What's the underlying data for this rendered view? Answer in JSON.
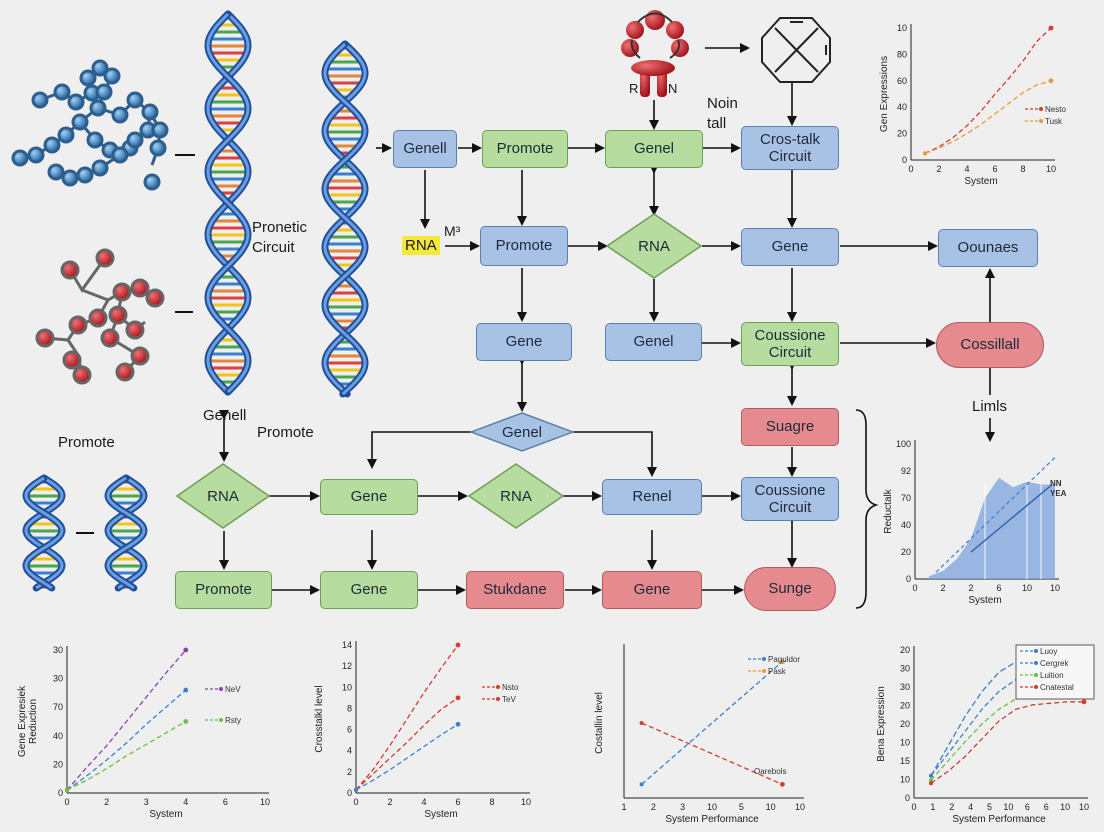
{
  "colors": {
    "blue_node": "#a8c2e6",
    "green_node": "#b7dc9f",
    "red_node": "#e58a8e",
    "arrow": "#111111"
  },
  "free_text": {
    "rna_top": "RNA",
    "m_sup": "M³",
    "pronetic": "Pronetic\nCircuit",
    "genell_left": "Genell",
    "promote_left": "Promote",
    "promote_mid": "Promote",
    "noin_tall": "Noin\ntall",
    "r_label": "R",
    "n_label": "N",
    "limls": "Limls"
  },
  "nodes": {
    "genell_r1": "Genell",
    "promote_r1": "Promote",
    "genel_r1": "Genel",
    "crosstalk_r1": "Cros-talk\nCircuit",
    "promote_r2": "Promote",
    "rna_r2": "RNA",
    "gene_r2": "Gene",
    "ounnes_r2": "Oounaes",
    "gene_r3": "Gene",
    "genel_r3": "Genel",
    "coussione_r3": "Coussione\nCircuit",
    "cossillall_r3": "Cossillall",
    "suagre_r4": "Suagre",
    "genel_dia_r4": "Genel",
    "rna_r5a": "RNA",
    "gene_r5": "Gene",
    "rna_r5b": "RNA",
    "renel_r5": "Renel",
    "coussione_r5": "Coussione\nCircuit",
    "promote_r6": "Promote",
    "gene_r6a": "Gene",
    "stukdane_r6": "Stukdane",
    "gene_r6b": "Gene",
    "sunge_r6": "Sunge"
  },
  "chart_data": [
    {
      "type": "line",
      "ylabel": "Gen Expressions",
      "xlabel": "System",
      "xticks": [
        "0",
        "2",
        "4",
        "6",
        "8",
        "10"
      ],
      "yticks": [
        "0",
        "20",
        "40",
        "60",
        "80",
        "10"
      ],
      "xlim": [
        0,
        10
      ],
      "ylim": [
        0,
        100
      ],
      "legend_position": "right",
      "series": [
        {
          "name": "Nesto",
          "color": "#d23b2e",
          "x": [
            1,
            2,
            3,
            4,
            5,
            6,
            7,
            8,
            9,
            10
          ],
          "y": [
            5,
            10,
            17,
            26,
            37,
            50,
            62,
            75,
            90,
            100
          ]
        },
        {
          "name": "Tusk",
          "color": "#e89b3a",
          "x": [
            1,
            2,
            3,
            4,
            5,
            6,
            7,
            8,
            9,
            10
          ],
          "y": [
            5,
            9,
            14,
            20,
            27,
            35,
            43,
            51,
            57,
            60
          ]
        }
      ]
    },
    {
      "type": "area",
      "ylabel": "Reductalk",
      "xlabel": "System",
      "xticks": [
        "0",
        "2",
        "2",
        "6",
        "10",
        "10"
      ],
      "yticks": [
        "0",
        "20",
        "40",
        "70",
        "92",
        "100"
      ],
      "xlim": [
        0,
        10
      ],
      "ylim": [
        0,
        100
      ],
      "annotation": "NN\nYEA",
      "series": [
        {
          "name": "",
          "color": "#7ba3dc",
          "x": [
            1,
            2,
            3,
            4,
            5,
            6,
            7,
            8,
            9,
            10
          ],
          "y": [
            2,
            6,
            15,
            30,
            60,
            75,
            68,
            72,
            70,
            70
          ]
        }
      ]
    },
    {
      "type": "line",
      "ylabel": "Gene Expresiek\nReduction",
      "xlabel": "System",
      "xticks": [
        "0",
        "2",
        "3",
        "4",
        "6",
        "10"
      ],
      "yticks": [
        "0",
        "20",
        "40",
        "70",
        "30",
        "30"
      ],
      "xlim": [
        0,
        10
      ],
      "ylim": [
        0,
        100
      ],
      "legend_position": "right",
      "series": [
        {
          "name": "NeV",
          "color": "#8e3fb0",
          "x": [
            0,
            1,
            2,
            3,
            4,
            5,
            6
          ],
          "y": [
            2,
            18,
            33,
            50,
            67,
            84,
            100
          ]
        },
        {
          "name": "",
          "color": "#3a7fd0",
          "x": [
            0,
            1,
            2,
            3,
            4,
            5,
            6
          ],
          "y": [
            2,
            12,
            23,
            35,
            48,
            60,
            72
          ]
        },
        {
          "name": "Rsty",
          "color": "#6cbf3d",
          "x": [
            0,
            1,
            2,
            3,
            4,
            5,
            6
          ],
          "y": [
            2,
            9,
            17,
            26,
            34,
            42,
            50
          ]
        }
      ]
    },
    {
      "type": "line",
      "ylabel": "Crosstalkl level",
      "xlabel": "System",
      "xticks": [
        "0",
        "2",
        "4",
        "6",
        "8",
        "10"
      ],
      "yticks": [
        "0",
        "2",
        "4",
        "6",
        "8",
        "10",
        "12",
        "14"
      ],
      "xlim": [
        0,
        10
      ],
      "ylim": [
        0,
        14
      ],
      "legend_position": "right",
      "series": [
        {
          "name": "Nsto",
          "color": "#d23b2e",
          "x": [
            0,
            1,
            2,
            3,
            4,
            5,
            6
          ],
          "y": [
            0.3,
            2.2,
            4.5,
            7,
            9.5,
            11.8,
            14
          ]
        },
        {
          "name": "TeV",
          "color": "#d23b2e",
          "x": [
            0,
            1,
            2,
            3,
            4,
            5,
            6
          ],
          "y": [
            0.3,
            1.8,
            3.3,
            4.8,
            6.4,
            7.9,
            9
          ]
        },
        {
          "name": "",
          "color": "#3a7fd0",
          "x": [
            0,
            1,
            2,
            3,
            4,
            5,
            6
          ],
          "y": [
            0.3,
            1.2,
            2.2,
            3.3,
            4.4,
            5.5,
            6.5
          ]
        }
      ]
    },
    {
      "type": "line",
      "ylabel": "Costallin level",
      "xlabel": "System Performance",
      "xticks": [
        "1",
        "2",
        "3",
        "10",
        "5",
        "10",
        "10"
      ],
      "legend_position": "top-right",
      "annotation": "Oarebols",
      "series": [
        {
          "name": "Paguldor",
          "color": "#3a7fd0",
          "x": [
            1,
            9
          ],
          "y": [
            10,
            100
          ]
        },
        {
          "name": "Pask",
          "color": "#e89b3a",
          "x": [
            9
          ],
          "y": [
            100
          ]
        },
        {
          "name": "",
          "color": "#d23b2e",
          "x": [
            1,
            9
          ],
          "y": [
            55,
            10
          ]
        }
      ]
    },
    {
      "type": "line",
      "ylabel": "Bena Expression",
      "xlabel": "System Performance",
      "xticks": [
        "0",
        "1",
        "2",
        "4",
        "5",
        "10",
        "6",
        "6",
        "10",
        "10"
      ],
      "yticks": [
        "0",
        "10",
        "15",
        "10",
        "20",
        "20",
        "30",
        "30",
        "20"
      ],
      "legend_position": "top-right",
      "series": [
        {
          "name": "Luoy",
          "color": "#3a7fd0",
          "x": [
            1,
            2,
            3,
            4,
            5,
            6,
            7,
            8,
            9,
            10
          ],
          "y": [
            15,
            35,
            55,
            72,
            85,
            92,
            95,
            96,
            97,
            97
          ]
        },
        {
          "name": "Cergrek",
          "color": "#3a7fd0",
          "x": [
            1,
            2,
            3,
            4,
            5,
            6,
            7,
            8,
            9,
            10
          ],
          "y": [
            15,
            30,
            45,
            60,
            72,
            80,
            82,
            83,
            84,
            84
          ]
        },
        {
          "name": "Luition",
          "color": "#6cbf3d",
          "x": [
            1,
            2,
            3,
            4,
            5,
            6,
            7,
            8,
            9,
            10
          ],
          "y": [
            12,
            25,
            38,
            50,
            60,
            67,
            70,
            71,
            72,
            72
          ]
        },
        {
          "name": "Cnatestal",
          "color": "#d23b2e",
          "x": [
            1,
            2,
            3,
            4,
            5,
            6,
            7,
            8,
            9,
            10
          ],
          "y": [
            10,
            18,
            28,
            40,
            52,
            60,
            63,
            64,
            65,
            65
          ]
        }
      ]
    }
  ]
}
